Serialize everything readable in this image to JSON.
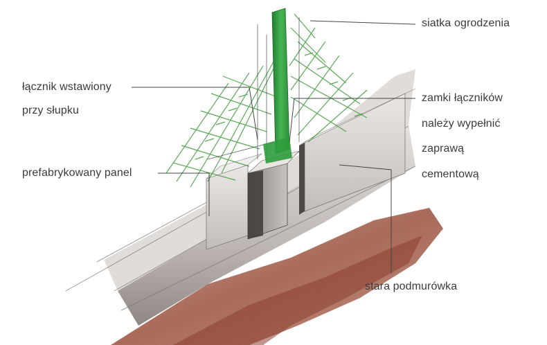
{
  "labels": {
    "siatka": "siatka ogrodzenia",
    "lacznik_line1": "łącznik wstawiony",
    "lacznik_line2": "przy słupku",
    "zamki_line1": "zamki łączników",
    "zamki_line2": "należy wypełnić",
    "zamki_line3": "zaprawą",
    "zamki_line4": "cementową",
    "panel": "prefabrykowany panel",
    "podmurowka": "stara podmurówka"
  },
  "colors": {
    "mesh": "#3f9a3a",
    "post": "#2e9c3c",
    "concrete_light": "#d8d5d2",
    "concrete_dark": "#6e6a68",
    "soil": "#9a4f3c",
    "leader_line": "#444444",
    "text": "#3b3b3b"
  }
}
